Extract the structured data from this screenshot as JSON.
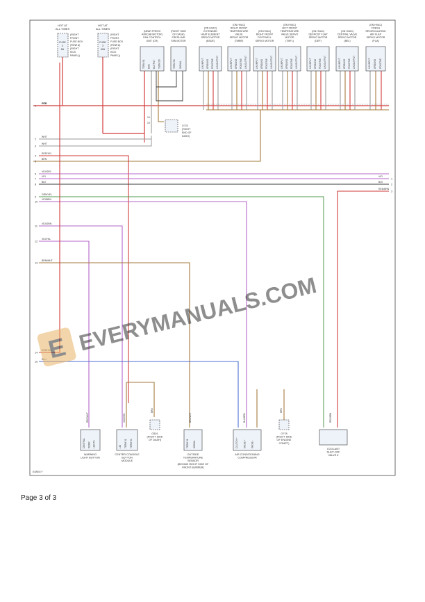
{
  "colors": {
    "RED": "#d23b3b",
    "WHT": "#9a9a9a",
    "BRN": "#a57a3e",
    "VIO": "#b565c9",
    "BLK": "#3a3a3a",
    "GRY": "#b9b9b9",
    "BLU": "#4c6cd0",
    "YEL": "#d9c233",
    "ORN": "#e0913a",
    "GRN": "#4f9a4f"
  },
  "fuses": [
    {
      "title": [
        "HOT AT",
        "ALL TIMES"
      ],
      "fuse": "FUSE",
      "num": "4",
      "amps": "5A",
      "loc": [
        "(RIGHT",
        "FRONT",
        "FUSE BOX",
        "(ROW A)",
        "(RIGHT",
        "KICK",
        "PANEL))"
      ]
    },
    {
      "title": [
        "HOT AT",
        "ALL TIMES"
      ],
      "fuse": "FUSE",
      "num": "3",
      "amps": "40A",
      "loc": [
        "(RIGHT",
        "FRONT",
        "FUSE BOX",
        "(ROW A)",
        "(RIGHT",
        "KICK",
        "PANEL))"
      ]
    }
  ],
  "modules": [
    {
      "head": [
        "(NEAR FRESH",
        "AIR/CAB MOTOR)",
        "FAN CONTROL",
        "UNIT (CR)"
      ],
      "pins": [
        "TERM 31",
        "ENG",
        "OUTPUT",
        "TERM 30"
      ]
    },
    {
      "head": [
        "(RIGHT SIDE",
        "OF DASH)",
        "FRESH AIR",
        "FAN MOTOR"
      ],
      "pins": [
        "TERM 30",
        "SIGNAL"
      ]
    },
    {
      "head": [
        "(ON HVAC)",
        "EXTENDED",
        "HEAT ELEMENT",
        "SERVO MOTOR",
        "(BSUE)"
      ],
      "pins": [
        "LIN INPUT",
        "GROUND",
        "POSITIVE",
        "LIN OUTPUT"
      ]
    },
    {
      "head": [
        "(ON HVAC)",
        "RIGHT FRONT",
        "TEMPERATURE",
        "VALVE",
        "SERVO MOTOR",
        "(TMBR)"
      ],
      "pins": [
        "LIN INPUT",
        "GROUND",
        "POSITIVE",
        "LIN OUTPUT"
      ]
    },
    {
      "head": [
        "(ON HVAC)",
        "RIGHT FRONT",
        "FOOTWELL",
        "SERVO MOTOR"
      ],
      "pins": [
        "LIN INPUT",
        "GROUND",
        "POSITIVE",
        "LIN OUTPUT"
      ]
    },
    {
      "head": [
        "(ON HVAC)",
        "LEFT FRONT",
        "TEMPERATURE",
        "VALVE SERVO",
        "MOTOR",
        "(TMFL)"
      ],
      "pins": [
        "LIN INPUT",
        "GROUND",
        "POSITIVE",
        "LIN OUTPUT"
      ]
    },
    {
      "head": [
        "(ON HVAC)",
        "DEFROST FLAP",
        "SERVO MOTOR",
        "(DEF)"
      ],
      "pins": [
        "LIN INPUT",
        "GROUND",
        "POSITIVE",
        "LIN OUTPUT"
      ]
    },
    {
      "head": [
        "(ON HVAC)",
        "CENTRAL VALVE",
        "SERVO MOTOR",
        "(BEL)"
      ],
      "pins": [
        "LIN INPUT",
        "GROUND",
        "POSITIVE",
        "LIN OUTPUT"
      ]
    },
    {
      "head": [
        "(ON HVAC)",
        "FRESH",
        "RECIRCULATING",
        "AIR FLAP",
        "SERVO MOTOR",
        "(FUA)"
      ],
      "pins": [
        "LIN INPUT",
        "GROUND",
        "POSITIVE"
      ]
    }
  ],
  "splice": {
    "name": [
      "G?23",
      "(RIGHT",
      "END OF",
      "DASH)"
    ],
    "pins": [
      "16",
      "19"
    ]
  },
  "left_connectors": [
    {
      "num": "1",
      "wire": "RED"
    },
    {
      "num": "2",
      "wire": "WHT"
    },
    {
      "num": "3",
      "wire": "WHT"
    },
    {
      "num": "4",
      "wire": "RED/YEL"
    },
    {
      "num": "5",
      "wire": "BRN"
    },
    {
      "num": "6",
      "wire": "VIO/GRY"
    },
    {
      "num": "7",
      "wire": "VIO"
    },
    {
      "num": "8",
      "wire": "BLK"
    },
    {
      "num": "9",
      "wire": "GRN/YEL"
    },
    {
      "num": "10",
      "wire": "VIO/BRN"
    },
    {
      "num": "11",
      "wire": "VIO/GRN"
    },
    {
      "num": "12",
      "wire": "VIO/YEL"
    },
    {
      "num": "13",
      "wire": "BRN/WHT"
    },
    {
      "num": "14",
      "wire": "RED/YEL"
    },
    {
      "num": "15",
      "wire": "BLU"
    }
  ],
  "right_connectors": [
    {
      "num": "1",
      "wire": "VIO"
    },
    {
      "num": "2",
      "wire": "BLK"
    },
    {
      "num": "3",
      "wire": "RED/BRN"
    }
  ],
  "bottom_components": [
    {
      "label": [
        "WARNING",
        "LIGHT BUTTON"
      ],
      "pins": [
        "CENTRAL",
        "DOOR",
        "LIGHTS"
      ],
      "wire": "RED/WHT"
    },
    {
      "label": [
        "CENTER CONSOLE",
        "BUTTON",
        "MODULE"
      ],
      "pins": [
        "LIN",
        "TERM 31",
        "TERM 30"
      ],
      "wire": "VIO/GRN"
    },
    {
      "label": [
        "G501",
        "(RIGHT SIDE",
        "OF DASH)"
      ],
      "pins": [],
      "wire": "BRN"
    },
    {
      "label": [
        "OUTSIDE",
        "TEMPERATURE",
        "SENSOR",
        "(BEHIND RIGHT SIDE OF",
        "FRONT BUMPER)"
      ],
      "pins": [
        "TERM 31",
        "SIGNAL"
      ],
      "wire": "BRN/WHT"
    },
    {
      "label": [
        "AIR CONDITIONING",
        "COMPRESSOR"
      ],
      "pins": [
        "CLUTCH +",
        "VALVE +",
        "VALVE -"
      ],
      "wire": "BLU/BRN"
    },
    {
      "label": [
        "G?78",
        "(RIGHT SIDE",
        "OF ENGINE",
        "COMPT)"
      ],
      "pins": [],
      "wire": "BRN"
    },
    {
      "label": [
        "COOLANT",
        "SHUT-OFF",
        "VALVE 5"
      ],
      "pins": [],
      "wire": "RED/BRN"
    }
  ],
  "watermark": "EVERYMANUALS.COM",
  "watermark_logo": "E",
  "fig_id": "ESRIS??",
  "footer": "Page 3 of 3"
}
